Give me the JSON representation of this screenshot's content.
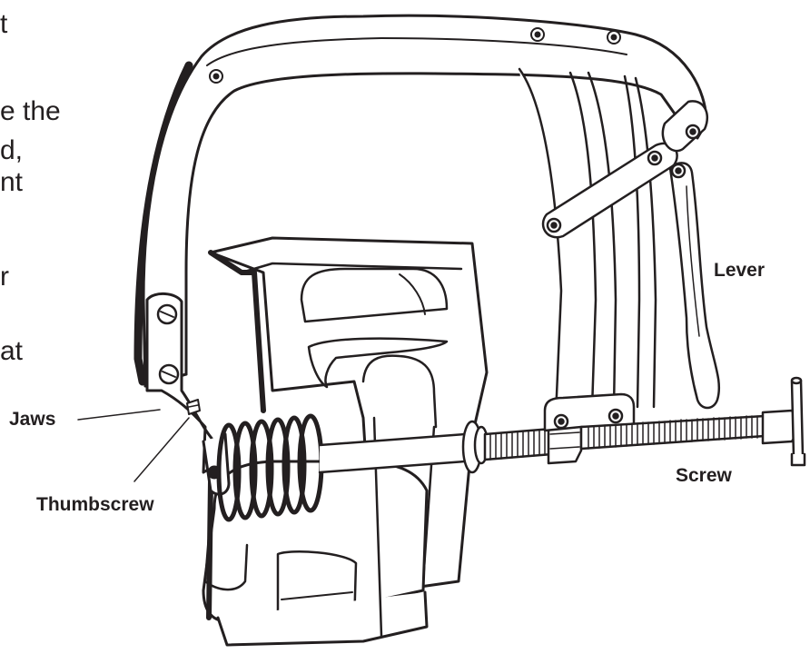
{
  "labels": {
    "lever": "Lever",
    "jaws": "Jaws",
    "screw": "Screw",
    "thumbscrew": "Thumbscrew"
  },
  "cut_text": [
    "t",
    "e the",
    "d,",
    "nt",
    "r",
    "at"
  ],
  "colors": {
    "ink": "#231f20",
    "paper": "#ffffff"
  }
}
